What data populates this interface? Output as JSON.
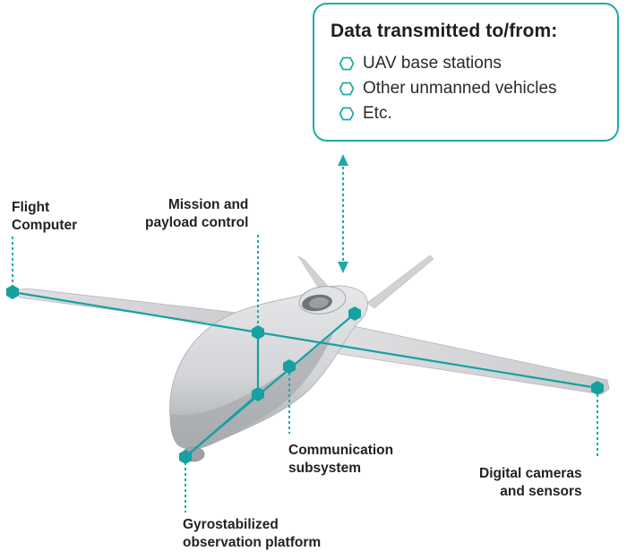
{
  "callout": {
    "title": "Data transmitted to/from:",
    "items": [
      "UAV base stations",
      "Other unmanned vehicles",
      "Etc."
    ]
  },
  "labels": {
    "flight_computer": [
      "Flight",
      "Computer"
    ],
    "mission_payload": [
      "Mission and",
      "payload control"
    ],
    "communication": [
      "Communication",
      "subsystem"
    ],
    "cameras": [
      "Digital cameras",
      "and sensors"
    ],
    "gyro": [
      "Gyrostabilized",
      "observation platform"
    ]
  },
  "colors": {
    "accent": "#1fa9a9",
    "node": "#17a0a0",
    "drone_body": "#d5d7da",
    "drone_shadow": "#a9acb0"
  }
}
